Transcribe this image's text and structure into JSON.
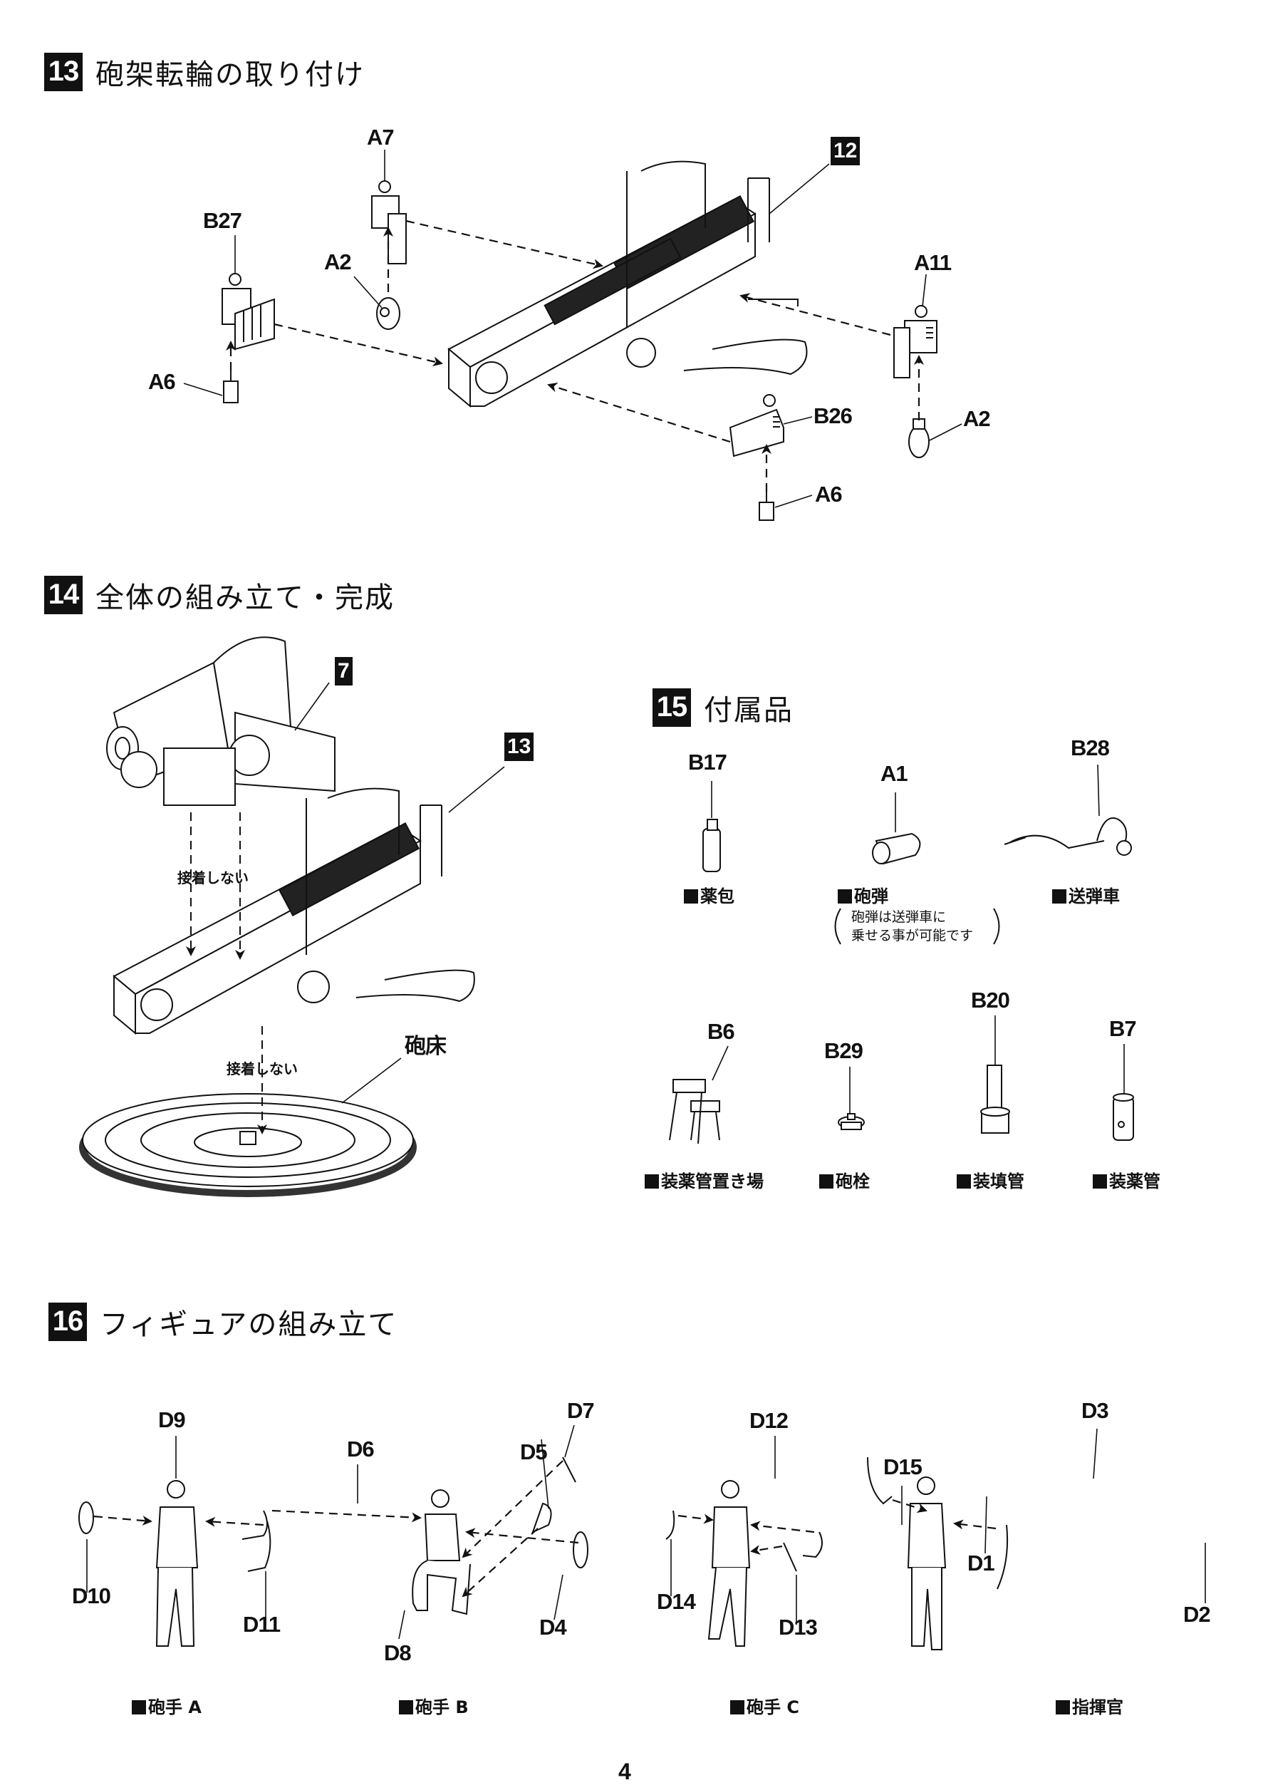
{
  "steps": [
    {
      "number": "13",
      "title": "砲架転輪の取り付け"
    },
    {
      "number": "14",
      "title": "全体の組み立て・完成"
    },
    {
      "number": "15",
      "title": "付属品"
    },
    {
      "number": "16",
      "title": "フィギュアの組み立て"
    }
  ],
  "step13": {
    "ref_step": "12",
    "parts": [
      "A7",
      "B27",
      "A2",
      "A6",
      "A11",
      "A2",
      "B26",
      "A6"
    ]
  },
  "step14": {
    "ref_gun": "7",
    "ref_carriage": "13",
    "note_no_glue_1": "接着しない",
    "note_no_glue_2": "接着しない",
    "platform_label": "砲床"
  },
  "step15": {
    "items": [
      {
        "part": "B17",
        "name": "薬包"
      },
      {
        "part": "A1",
        "name": "砲弾"
      },
      {
        "part": "B28",
        "name": "送弾車"
      },
      {
        "part": "B6",
        "name": "装薬管置き場"
      },
      {
        "part": "B29",
        "name": "砲栓"
      },
      {
        "part": "B20",
        "name": "装填管"
      },
      {
        "part": "B7",
        "name": "装薬管"
      }
    ],
    "shell_note_line1": "砲弾は送弾車に",
    "shell_note_line2": "乗せる事が可能です"
  },
  "step16": {
    "figures": [
      {
        "name": "砲手 A",
        "parts": [
          "D9",
          "D10",
          "D11"
        ]
      },
      {
        "name": "砲手 B",
        "parts": [
          "D6",
          "D7",
          "D5",
          "D4",
          "D8"
        ]
      },
      {
        "name": "砲手 C",
        "parts": [
          "D12",
          "D15",
          "D14",
          "D13"
        ]
      },
      {
        "name": "指揮官",
        "parts": [
          "D3",
          "D1",
          "D2"
        ]
      }
    ]
  },
  "page_number": "4"
}
